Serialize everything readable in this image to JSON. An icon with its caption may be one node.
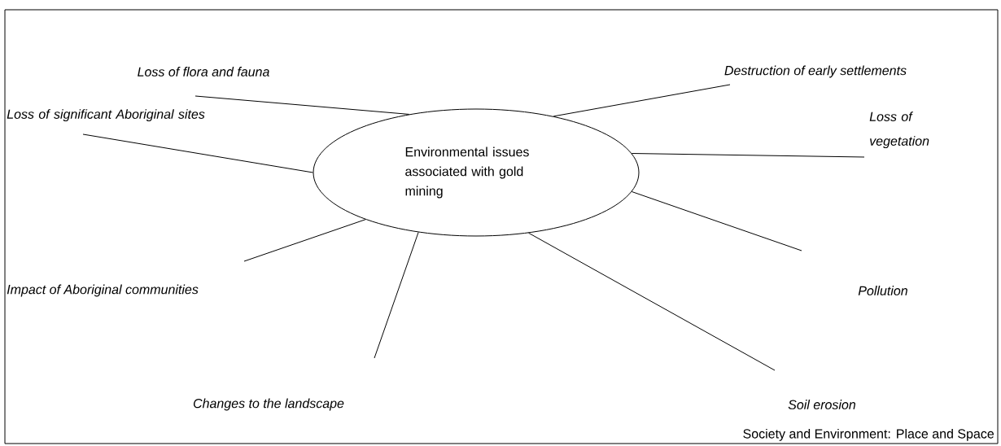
{
  "diagram": {
    "caption": "Society and Environment: Place and Space",
    "nodes": [
      {
        "text": [
          "Environmental issues associated with gold mining"
        ]
      },
      {
        "text": [
          "Loss of flora and fauna"
        ]
      },
      {
        "text": [
          "Destruction of early settlements"
        ]
      },
      {
        "text": [
          "Loss of significant Aboriginal sites"
        ]
      },
      {
        "text": [
          "Loss of vegetation"
        ]
      },
      {
        "text": [
          "Impact of Aboriginal communities"
        ]
      },
      {
        "text": [
          "Pollution"
        ]
      },
      {
        "text": [
          "Changes to the landscape"
        ]
      },
      {
        "text": [
          "Soil erosion"
        ]
      }
    ],
    "edges": [
      {
        "from": 0,
        "to": 1,
        "arrow": "none"
      },
      {
        "from": 0,
        "to": 2,
        "arrow": "none"
      },
      {
        "from": 0,
        "to": 3,
        "arrow": "none"
      },
      {
        "from": 0,
        "to": 4,
        "arrow": "none"
      },
      {
        "from": 0,
        "to": 5,
        "arrow": "none"
      },
      {
        "from": 0,
        "to": 6,
        "arrow": "none"
      },
      {
        "from": 0,
        "to": 7,
        "arrow": "none"
      },
      {
        "from": 0,
        "to": 8,
        "arrow": "none"
      }
    ]
  }
}
